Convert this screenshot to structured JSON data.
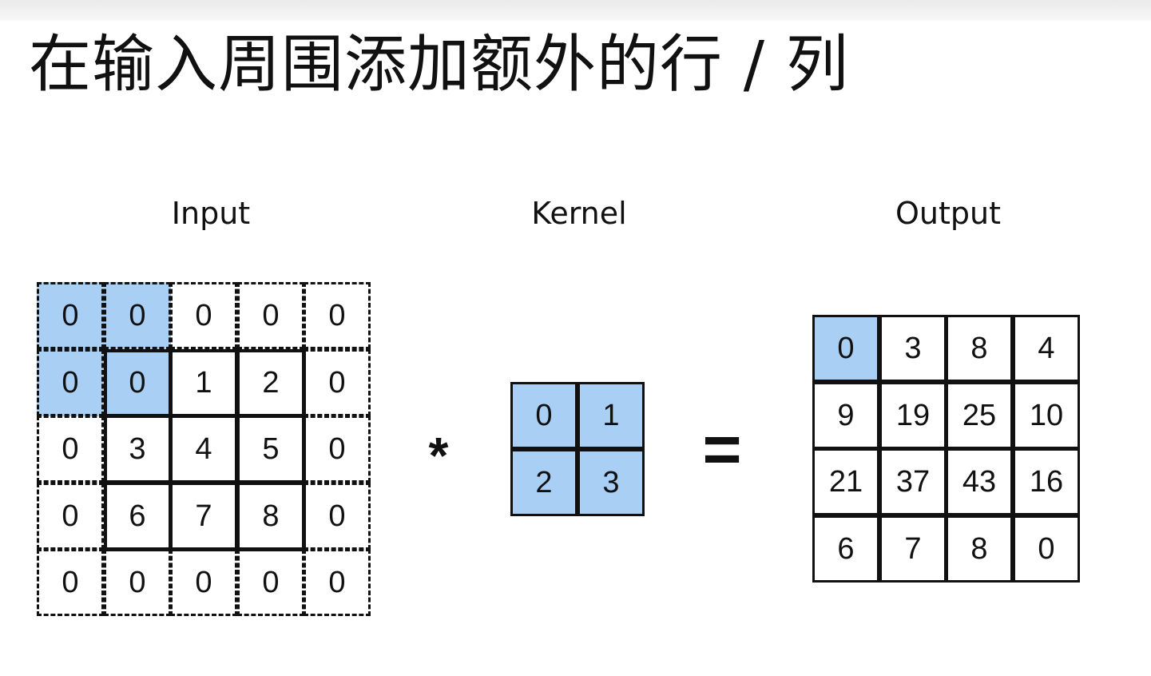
{
  "title": "在输入周围添加额外的行 / 列",
  "labels": {
    "input": "Input",
    "kernel": "Kernel",
    "output": "Output"
  },
  "operators": {
    "multiply": "*",
    "equals": "="
  },
  "colors": {
    "highlight": "#a9cff5",
    "line": "#111111"
  },
  "input_grid": {
    "padding": 1,
    "values": [
      [
        "0",
        "0",
        "0",
        "0",
        "0"
      ],
      [
        "0",
        "0",
        "1",
        "2",
        "0"
      ],
      [
        "0",
        "3",
        "4",
        "5",
        "0"
      ],
      [
        "0",
        "6",
        "7",
        "8",
        "0"
      ],
      [
        "0",
        "0",
        "0",
        "0",
        "0"
      ]
    ],
    "highlighted": [
      [
        0,
        0
      ],
      [
        0,
        1
      ],
      [
        1,
        0
      ],
      [
        1,
        1
      ]
    ]
  },
  "kernel_grid": {
    "values": [
      [
        "0",
        "1"
      ],
      [
        "2",
        "3"
      ]
    ],
    "highlighted": [
      [
        0,
        0
      ],
      [
        0,
        1
      ],
      [
        1,
        0
      ],
      [
        1,
        1
      ]
    ]
  },
  "output_grid": {
    "values": [
      [
        "0",
        "3",
        "8",
        "4"
      ],
      [
        "9",
        "19",
        "25",
        "10"
      ],
      [
        "21",
        "37",
        "43",
        "16"
      ],
      [
        "6",
        "7",
        "8",
        "0"
      ]
    ],
    "highlighted": [
      [
        0,
        0
      ]
    ]
  }
}
